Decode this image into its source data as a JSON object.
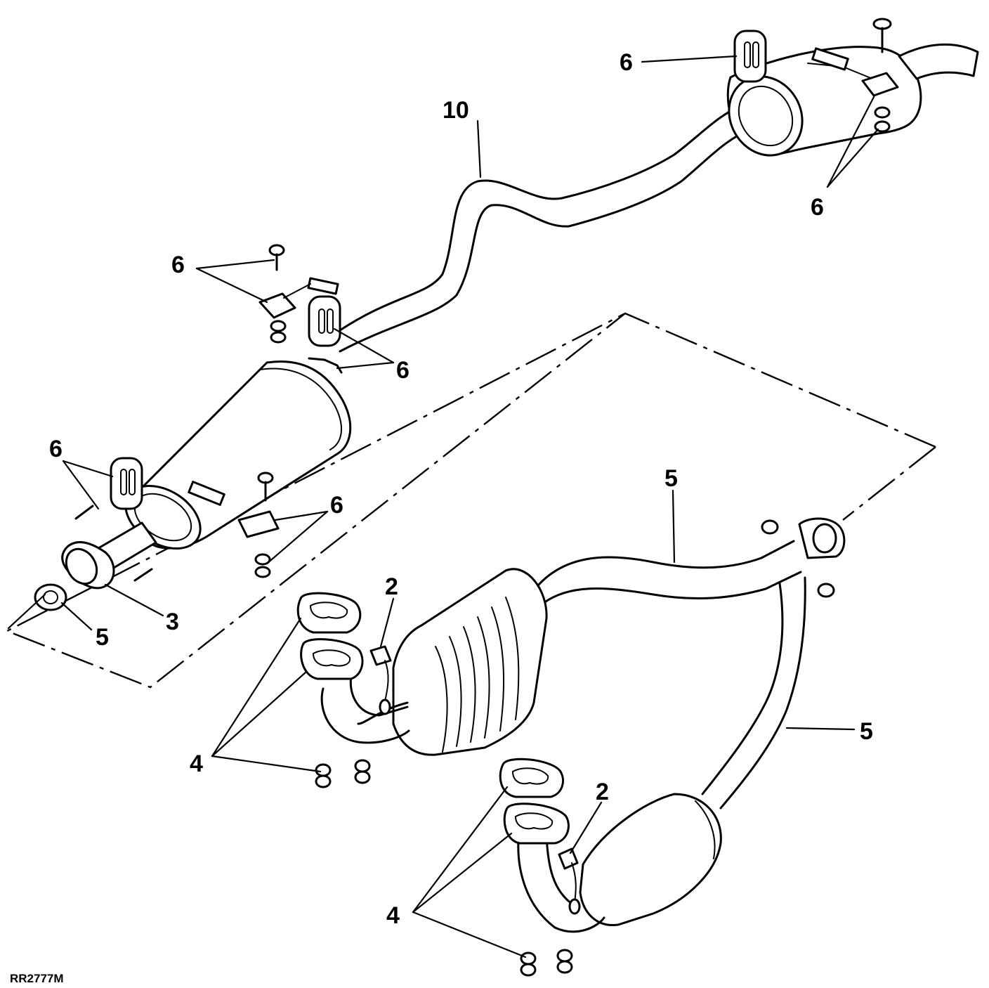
{
  "drawing_ref": "RR2777M",
  "callouts": {
    "c10": "10",
    "c6a": "6",
    "c6b": "6",
    "c6c": "6",
    "c6d": "6",
    "c6e": "6",
    "c6f": "6",
    "c5a": "5",
    "c5b": "5",
    "c5c": "5",
    "c3": "3",
    "c2a": "2",
    "c2b": "2",
    "c4a": "4",
    "c4b": "4"
  }
}
